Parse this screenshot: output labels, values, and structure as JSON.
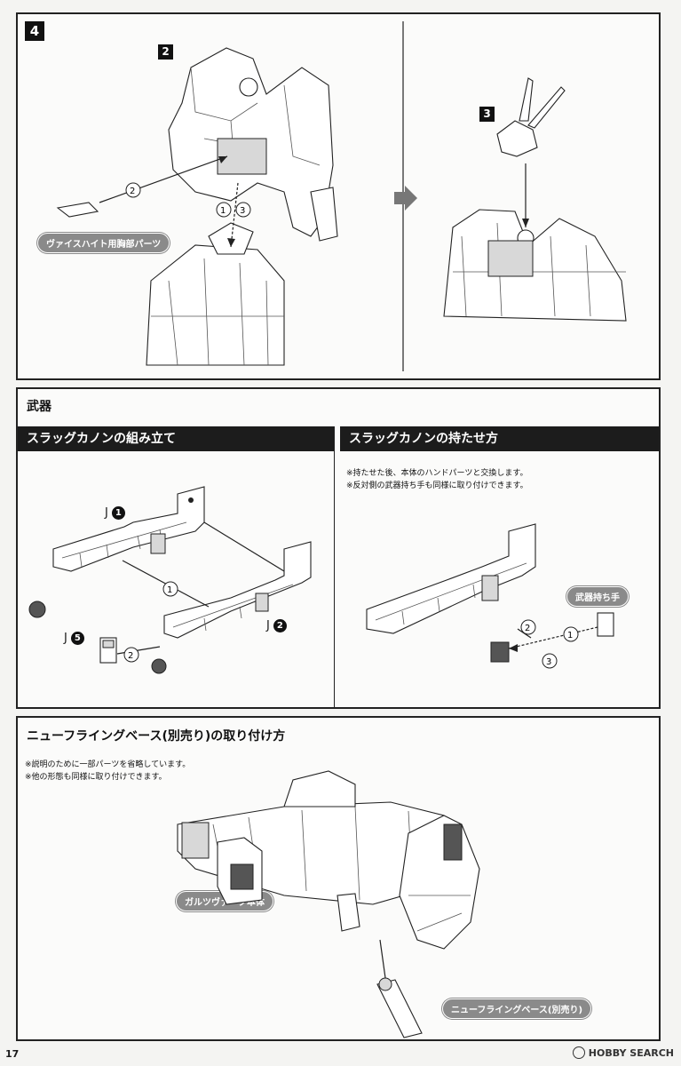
{
  "page_number": "17",
  "watermark": {
    "text": "HOBBY SEARCH"
  },
  "step4": {
    "step_number": "4",
    "sub_steps": {
      "a": "2",
      "b": "3"
    },
    "part_label": "ヴァイスハイト用胸部パーツ",
    "order_marks": {
      "one": "1",
      "two": "2",
      "three": "3"
    }
  },
  "weapons": {
    "title": "武器",
    "assembly": {
      "title": "スラッグカノンの組み立て",
      "j1": "J",
      "j1_num": "1",
      "j2": "J",
      "j2_num": "2",
      "j5": "J",
      "j5_num": "5",
      "mark1": "1",
      "mark2": "2"
    },
    "holding": {
      "title": "スラッグカノンの持たせ方",
      "notes": [
        "※持たせた後、本体のハンドパーツと交換します。",
        "※反対側の武器持ち手も同様に取り付けできます。"
      ],
      "hand_label": "武器持ち手",
      "mark1": "1",
      "mark2": "2",
      "mark3": "3"
    }
  },
  "flying_base": {
    "title": "ニューフライングベース(別売り)の取り付け方",
    "notes": [
      "※説明のために一部パーツを省略しています。",
      "※他の形態も同様に取り付けできます。"
    ],
    "body_label": "ガルツヴァーク本体",
    "base_label": "ニューフライングベース(別売り)"
  }
}
